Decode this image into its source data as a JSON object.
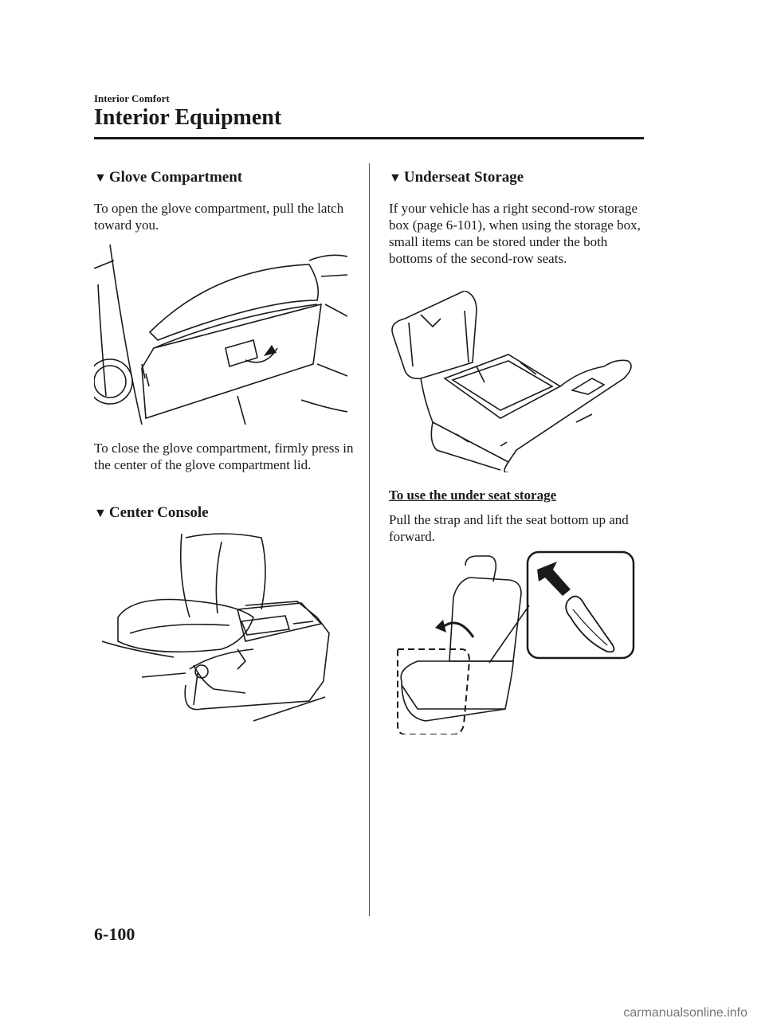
{
  "header": {
    "section": "Interior Comfort",
    "title": "Interior Equipment"
  },
  "left_column": {
    "glove": {
      "heading": "Glove Compartment",
      "open_text": "To open the glove compartment, pull the latch toward you.",
      "close_text": "To close the glove compartment, firmly press in the center of the glove compartment lid."
    },
    "console": {
      "heading": "Center Console"
    }
  },
  "right_column": {
    "underseat": {
      "heading": "Underseat Storage",
      "intro": "If your vehicle has a right second-row storage box (page 6-101), when using the storage box, small items can be stored under the both bottoms of the second-row seats.",
      "subheading": "To use the under seat storage",
      "instruction": "Pull the strap and lift the seat bottom up and forward."
    }
  },
  "footer": {
    "page_number": "6-100",
    "watermark": "carmanualsonline.info"
  },
  "icons": {
    "heading_marker": "triangle-down-icon"
  }
}
